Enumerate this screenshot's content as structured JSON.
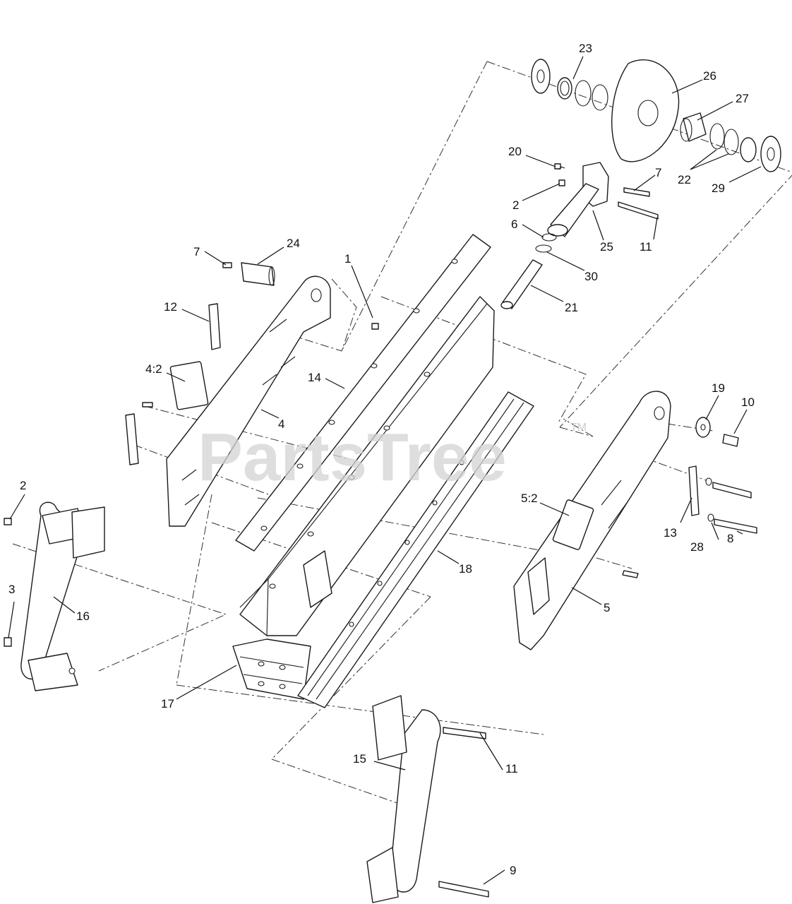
{
  "watermark": {
    "text": "PartsTree",
    "mark": "TM"
  },
  "callouts": [
    {
      "id": "c23",
      "label": "23"
    },
    {
      "id": "c26",
      "label": "26"
    },
    {
      "id": "c27",
      "label": "27"
    },
    {
      "id": "c22",
      "label": "22"
    },
    {
      "id": "c29",
      "label": "29"
    },
    {
      "id": "c20",
      "label": "20"
    },
    {
      "id": "c7a",
      "label": "7"
    },
    {
      "id": "c2a",
      "label": "2"
    },
    {
      "id": "c11a",
      "label": "11"
    },
    {
      "id": "c6",
      "label": "6"
    },
    {
      "id": "c25",
      "label": "25"
    },
    {
      "id": "c30",
      "label": "30"
    },
    {
      "id": "c21",
      "label": "21"
    },
    {
      "id": "c7b",
      "label": "7"
    },
    {
      "id": "c24",
      "label": "24"
    },
    {
      "id": "c1",
      "label": "1"
    },
    {
      "id": "c12",
      "label": "12"
    },
    {
      "id": "c42",
      "label": "4:2"
    },
    {
      "id": "c14",
      "label": "14"
    },
    {
      "id": "c4",
      "label": "4"
    },
    {
      "id": "c19",
      "label": "19"
    },
    {
      "id": "c10",
      "label": "10"
    },
    {
      "id": "c2b",
      "label": "2"
    },
    {
      "id": "c52",
      "label": "5:2"
    },
    {
      "id": "c13",
      "label": "13"
    },
    {
      "id": "c28",
      "label": "28"
    },
    {
      "id": "c8",
      "label": "8"
    },
    {
      "id": "c18",
      "label": "18"
    },
    {
      "id": "c3",
      "label": "3"
    },
    {
      "id": "c16",
      "label": "16"
    },
    {
      "id": "c5",
      "label": "5"
    },
    {
      "id": "c17",
      "label": "17"
    },
    {
      "id": "c11b",
      "label": "11"
    },
    {
      "id": "c15",
      "label": "15"
    },
    {
      "id": "c9",
      "label": "9"
    }
  ]
}
